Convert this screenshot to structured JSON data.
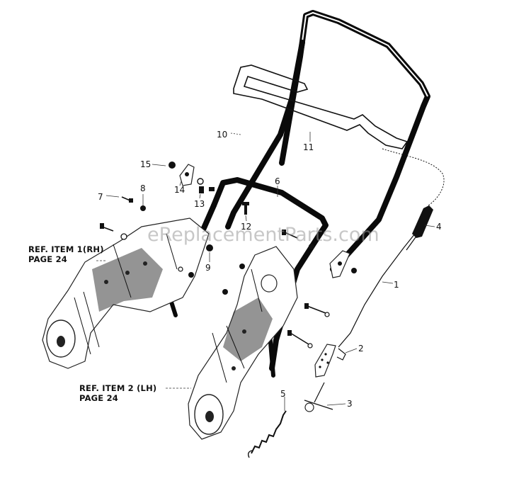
{
  "callouts": {
    "c1": "1",
    "c2": "2",
    "c3": "3",
    "c4": "4",
    "c5": "5",
    "c6": "6",
    "c7": "7",
    "c8": "8",
    "c9": "9",
    "c10": "10",
    "c11": "11",
    "c12": "12",
    "c13": "13",
    "c14": "14",
    "c15": "15"
  },
  "references": {
    "rh_line1": "REF. ITEM 1(RH)",
    "rh_line2": "PAGE 24",
    "lh_line1": "REF. ITEM 2 (LH)",
    "lh_line2": "PAGE 24"
  },
  "watermark": "eReplacementParts.com",
  "colors": {
    "ink": "#111111",
    "paper": "#ffffff",
    "watermark": "#9a9a9a"
  }
}
